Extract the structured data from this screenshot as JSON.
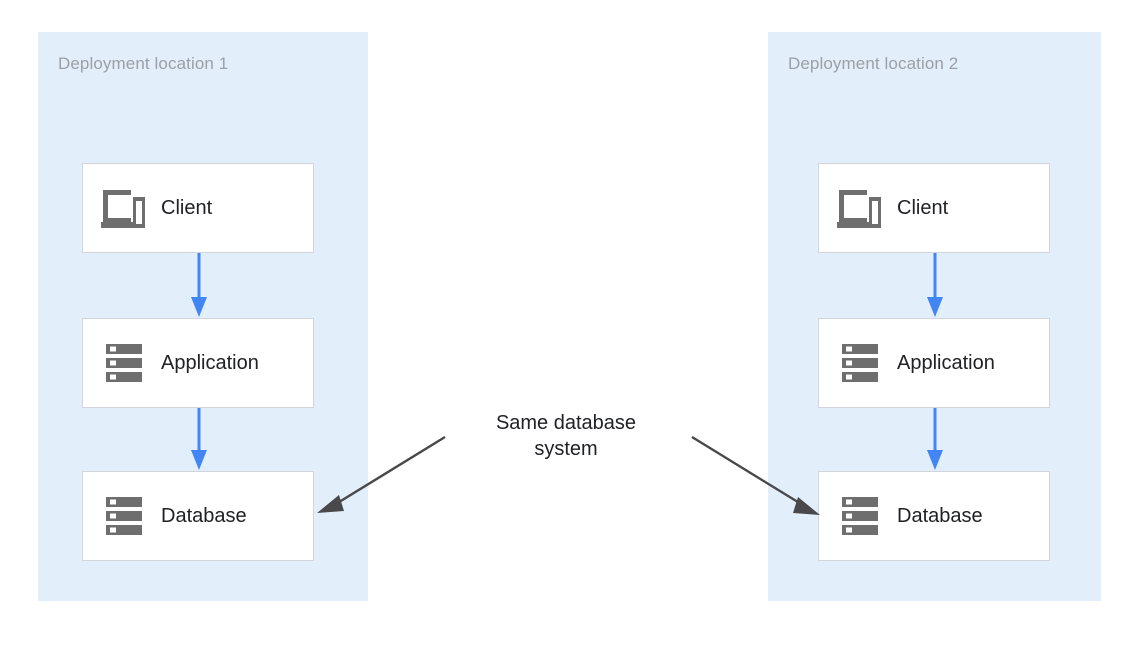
{
  "diagram": {
    "type": "architecture-diagram",
    "background_color": "#ffffff",
    "zone_color": "#e3eefb",
    "flow_arrow_color": "#4285f4",
    "annotation_arrow_color": "#49494b",
    "icon_color": "#6e6e6e",
    "box_border_color": "#d2d6dc",
    "zone_label_color": "#9aa0a6",
    "text_color": "#202124"
  },
  "zones": [
    {
      "id": "zone-1",
      "label": "Deployment location 1",
      "nodes": [
        {
          "id": "client-1",
          "label": "Client",
          "icon": "devices-icon"
        },
        {
          "id": "application-1",
          "label": "Application",
          "icon": "server-stack-icon"
        },
        {
          "id": "database-1",
          "label": "Database",
          "icon": "server-stack-icon"
        }
      ],
      "connections": [
        {
          "from": "client-1",
          "to": "application-1",
          "style": "arrow",
          "color": "#4285f4"
        },
        {
          "from": "application-1",
          "to": "database-1",
          "style": "arrow",
          "color": "#4285f4"
        }
      ]
    },
    {
      "id": "zone-2",
      "label": "Deployment location 2",
      "nodes": [
        {
          "id": "client-2",
          "label": "Client",
          "icon": "devices-icon"
        },
        {
          "id": "application-2",
          "label": "Application",
          "icon": "server-stack-icon"
        },
        {
          "id": "database-2",
          "label": "Database",
          "icon": "server-stack-icon"
        }
      ],
      "connections": [
        {
          "from": "client-2",
          "to": "application-2",
          "style": "arrow",
          "color": "#4285f4"
        },
        {
          "from": "application-2",
          "to": "database-2",
          "style": "arrow",
          "color": "#4285f4"
        }
      ]
    }
  ],
  "annotation": {
    "line1": "Same database",
    "line2": "system",
    "points_to": [
      "database-1",
      "database-2"
    ],
    "arrow_color": "#49494b"
  }
}
